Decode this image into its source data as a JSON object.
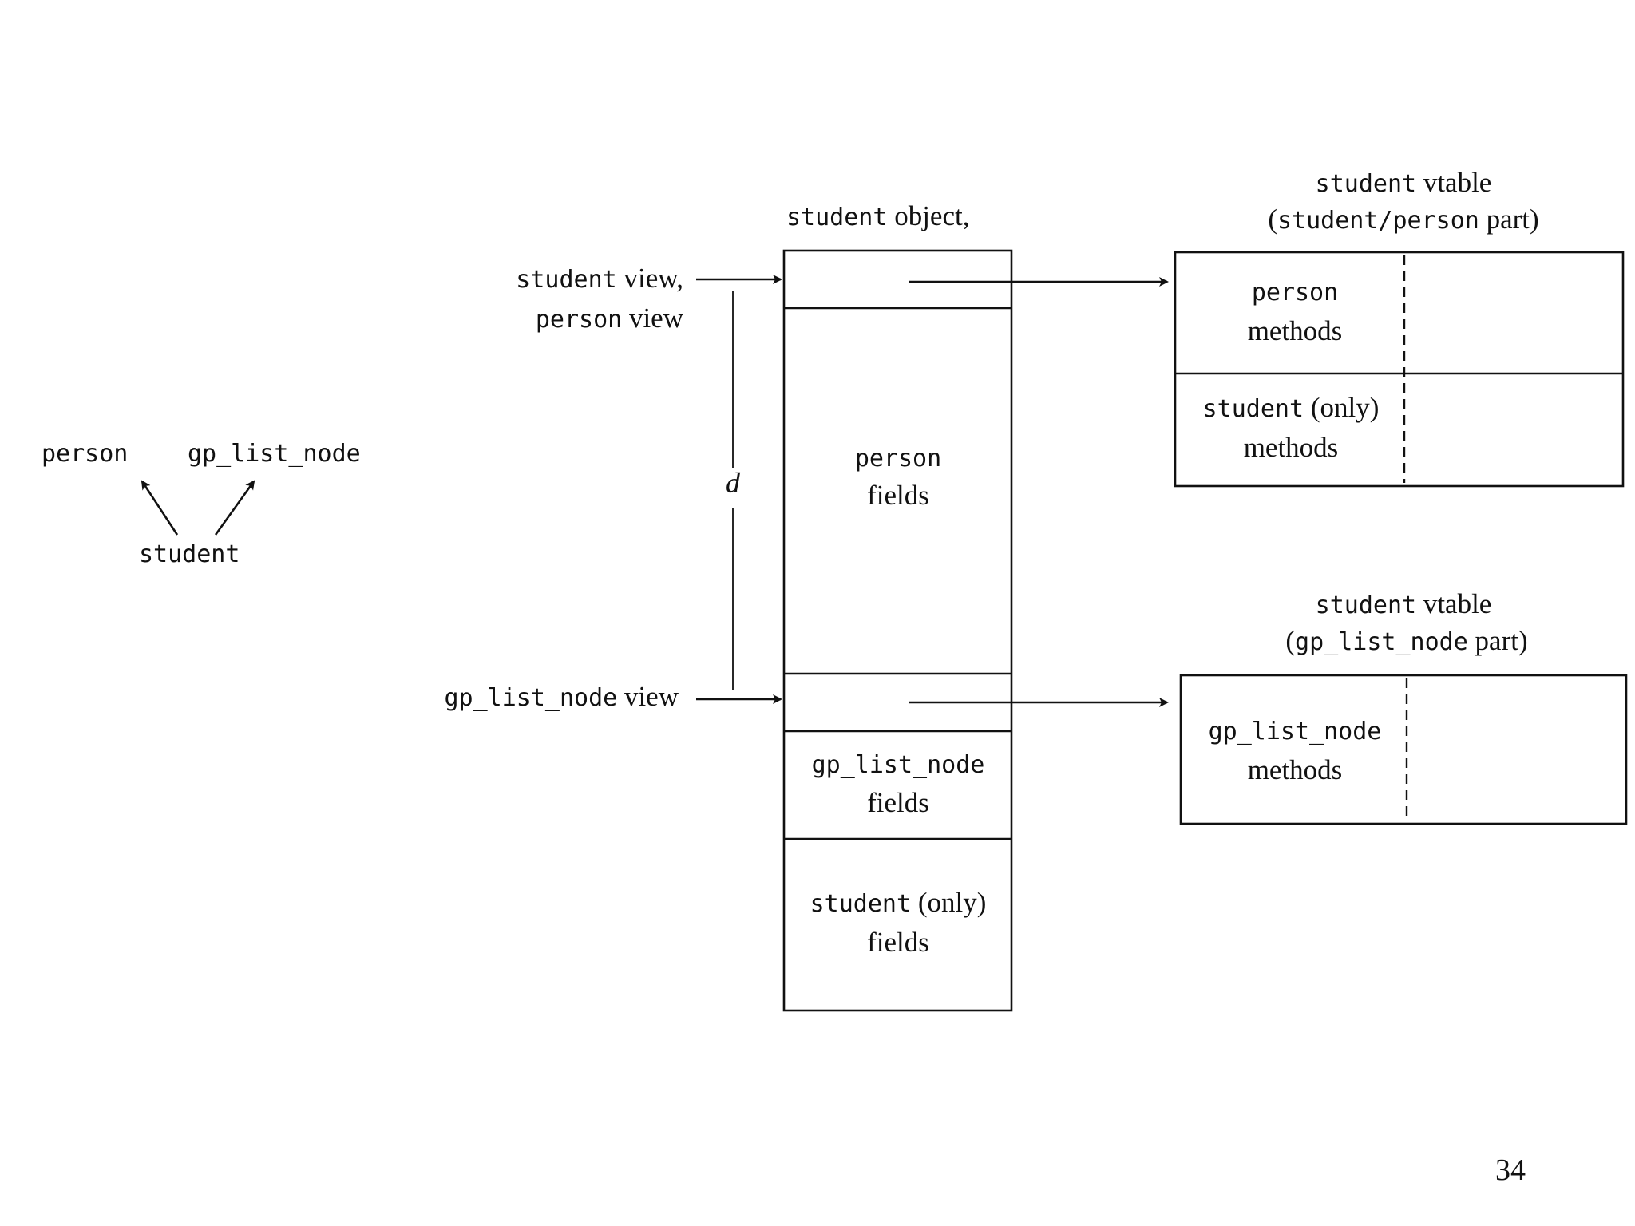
{
  "hierarchy": {
    "parents": [
      "person",
      "gp_list_node"
    ],
    "child": "student"
  },
  "object": {
    "title_code": "student",
    "title_text": " object,",
    "sections": {
      "person_fields": [
        "person",
        "fields"
      ],
      "gp_list_node_fields": [
        "gp_list_node",
        "fields"
      ],
      "student_fields": [
        [
          "student",
          " (only)"
        ],
        [
          "fields"
        ]
      ]
    }
  },
  "views": {
    "student_person": [
      [
        "student",
        " view,"
      ],
      [
        "person",
        " view"
      ]
    ],
    "gp_list_node": [
      [
        "gp_list_node",
        " view"
      ]
    ]
  },
  "offset_label": "d",
  "vtable_person_part": {
    "title": [
      [
        "student",
        " vtable"
      ],
      [
        "(",
        "student/person",
        " part)"
      ]
    ],
    "rows": [
      [
        [
          "person"
        ],
        [
          "methods"
        ]
      ],
      [
        [
          "student",
          " (only)"
        ],
        [
          "methods"
        ]
      ]
    ]
  },
  "vtable_gp_part": {
    "title": [
      [
        "student",
        " vtable"
      ],
      [
        "(",
        "gp_list_node",
        " part)"
      ]
    ],
    "rows": [
      [
        [
          "gp_list_node"
        ],
        [
          "methods"
        ]
      ]
    ]
  },
  "page_number": "34"
}
